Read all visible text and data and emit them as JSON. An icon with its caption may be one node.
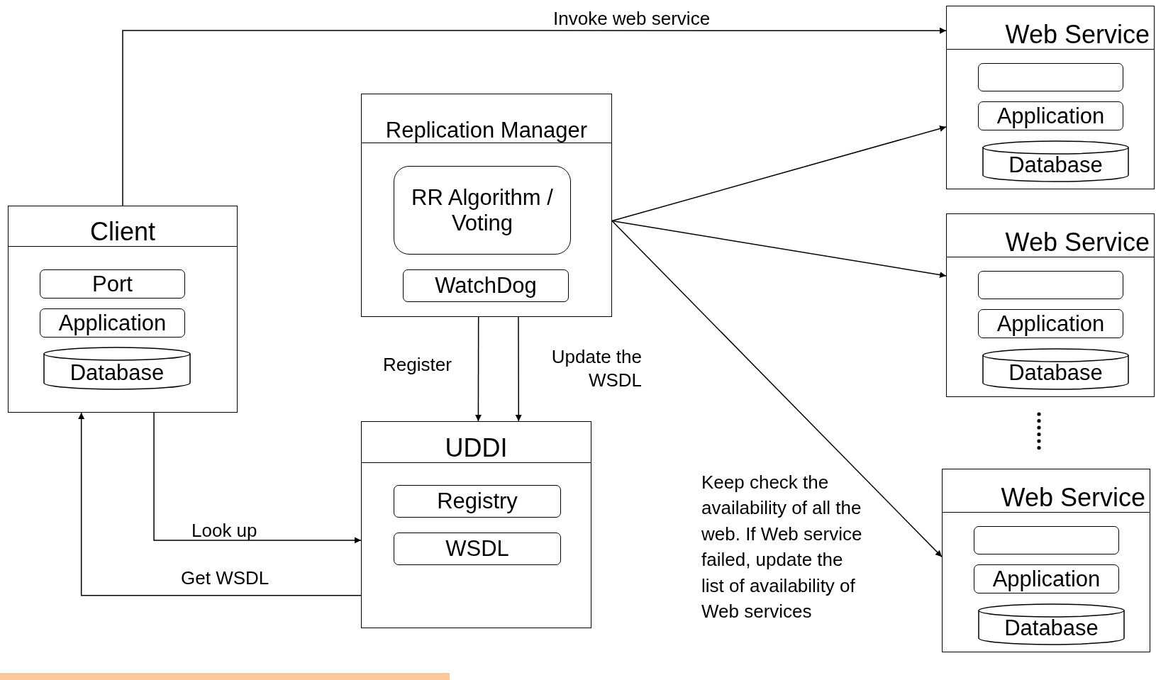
{
  "diagram": {
    "nodes": [
      {
        "text": [
          "Client"
        ]
      },
      {
        "text": [
          "Port"
        ],
        "in": 0
      },
      {
        "text": [
          "Application"
        ],
        "in": 0
      },
      {
        "text": [
          "Database"
        ],
        "in": 0
      },
      {
        "text": [
          "Replication Manager"
        ]
      },
      {
        "text": [
          "RR Algorithm / Voting"
        ],
        "in": 4
      },
      {
        "text": [
          "WatchDog"
        ],
        "in": 4
      },
      {
        "text": [
          "UDDI"
        ]
      },
      {
        "text": [
          "Registry"
        ],
        "in": 7
      },
      {
        "text": [
          "WSDL"
        ],
        "in": 7
      },
      {
        "text": [
          "Web Service"
        ]
      },
      {
        "text": [],
        "shape": "box",
        "in": 10
      },
      {
        "text": [
          "Application"
        ],
        "in": 10
      },
      {
        "text": [
          "Database"
        ],
        "in": 10
      },
      {
        "text": [
          "Web Service"
        ]
      },
      {
        "text": [],
        "shape": "box",
        "in": 14
      },
      {
        "text": [
          "Application"
        ],
        "in": 14
      },
      {
        "text": [
          "Database"
        ],
        "in": 14
      },
      {
        "text": [
          "Web Service"
        ]
      },
      {
        "text": [],
        "shape": "box",
        "in": 18
      },
      {
        "text": [
          "Application"
        ],
        "in": 18
      },
      {
        "text": [
          "Database"
        ],
        "in": 18
      }
    ],
    "edges": [
      {
        "from": 0,
        "to": 10,
        "arrow": "to",
        "label": "Invoke web service"
      },
      {
        "from": 4,
        "to": 10,
        "arrow": "to"
      },
      {
        "from": 4,
        "to": 14,
        "arrow": "to"
      },
      {
        "from": 4,
        "to": 18,
        "arrow": "to"
      },
      {
        "from": 4,
        "to": 7,
        "arrow": "to",
        "label": "Register"
      },
      {
        "from": 4,
        "to": 7,
        "arrow": "to",
        "label": "Update the WSDL"
      },
      {
        "from": 0,
        "to": 7,
        "arrow": "to",
        "label": "Look up"
      },
      {
        "from": 7,
        "to": 0,
        "arrow": "to",
        "label": "Get WSDL"
      }
    ],
    "labels": [
      "Keep check the availability of all the web. If Web service failed, update the list of availability of Web services"
    ]
  }
}
